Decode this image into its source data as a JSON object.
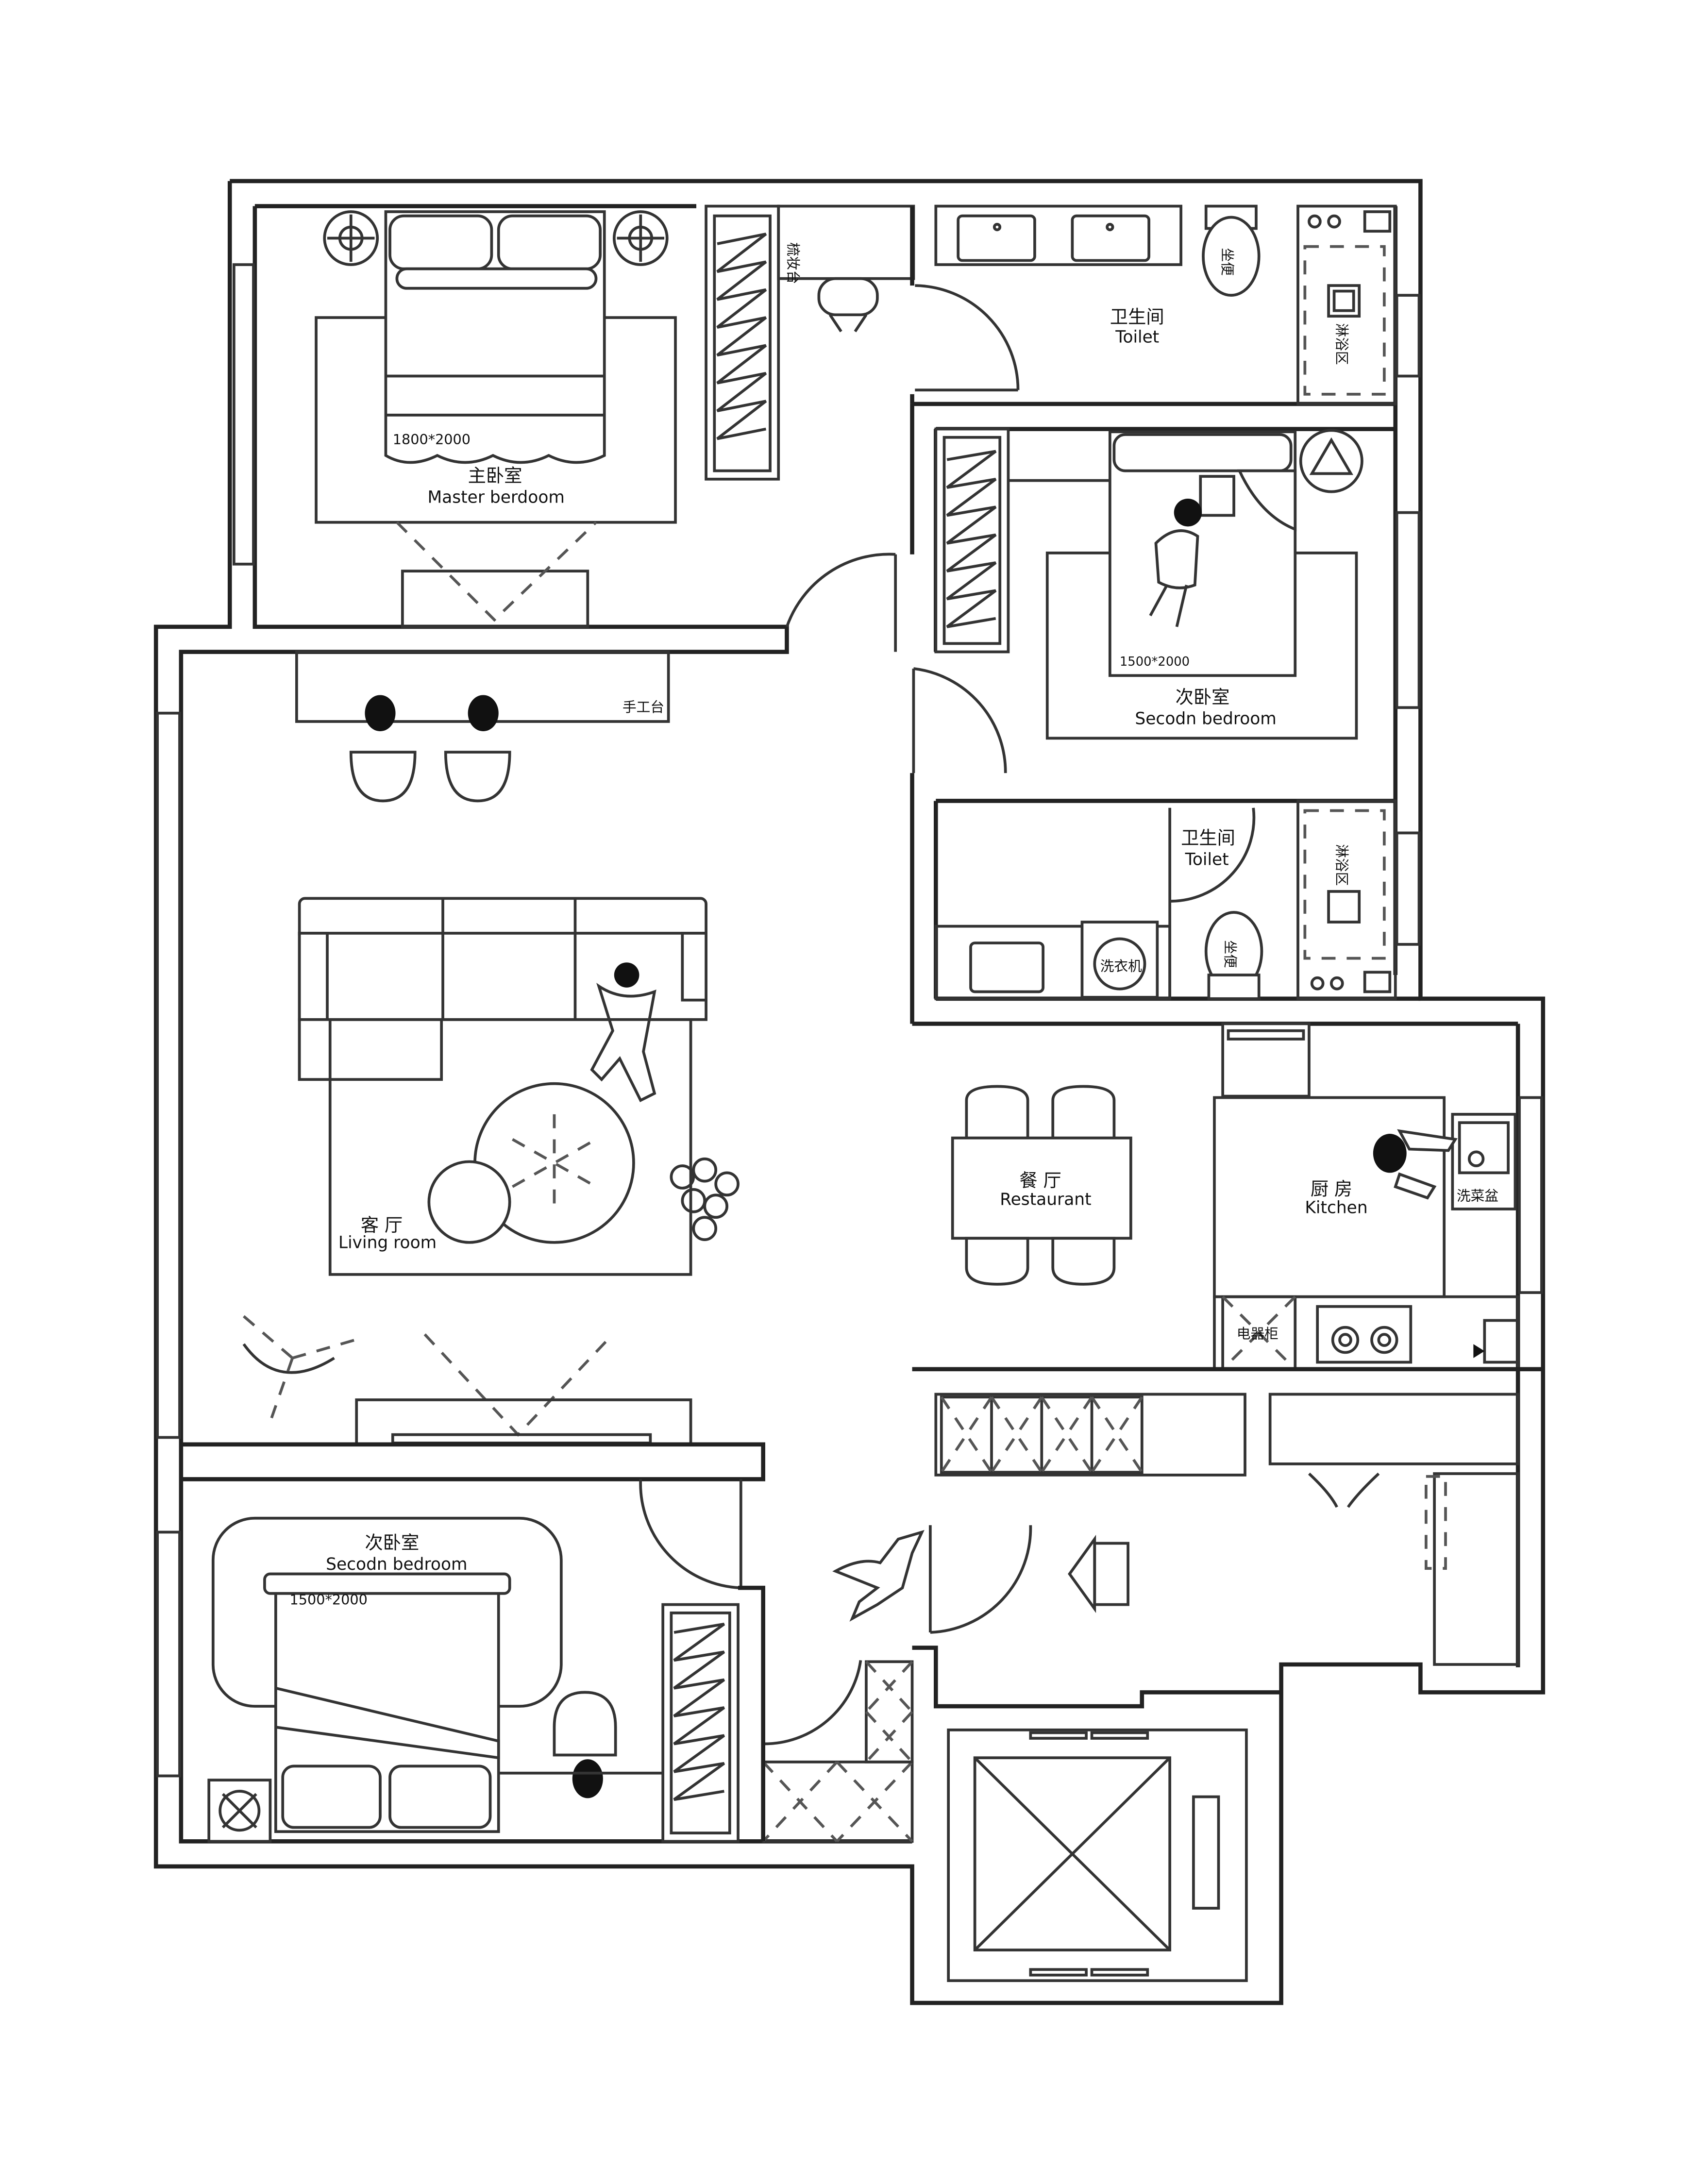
{
  "rooms": {
    "master_bedroom": {
      "zh": "主卧室",
      "en": "Master berdoom",
      "bed_size": "1800*2000"
    },
    "dresser": {
      "zh": "梳妆台"
    },
    "toilet_top": {
      "zh": "卫生间",
      "en": "Toilet",
      "toilet": "坐便",
      "shower": "淋浴区"
    },
    "second_bedroom_right": {
      "zh": "次卧室",
      "en": "Secodn bedroom",
      "bed_size": "1500*2000"
    },
    "craft_desk": {
      "zh": "手工台"
    },
    "toilet_mid": {
      "zh": "卫生间",
      "en": "Toilet",
      "toilet": "坐便",
      "shower": "淋浴区",
      "washer": "洗衣机"
    },
    "living_room": {
      "zh": "客 厅",
      "en": "Living room"
    },
    "restaurant": {
      "zh": "餐 厅",
      "en": "Restaurant"
    },
    "kitchen": {
      "zh": "厨 房",
      "en": "Kitchen",
      "sink": "洗菜盆",
      "appliance_cabinet": "电器柜"
    },
    "second_bedroom_left": {
      "zh": "次卧室",
      "en": "Secodn bedroom",
      "bed_size": "1500*2000"
    }
  }
}
